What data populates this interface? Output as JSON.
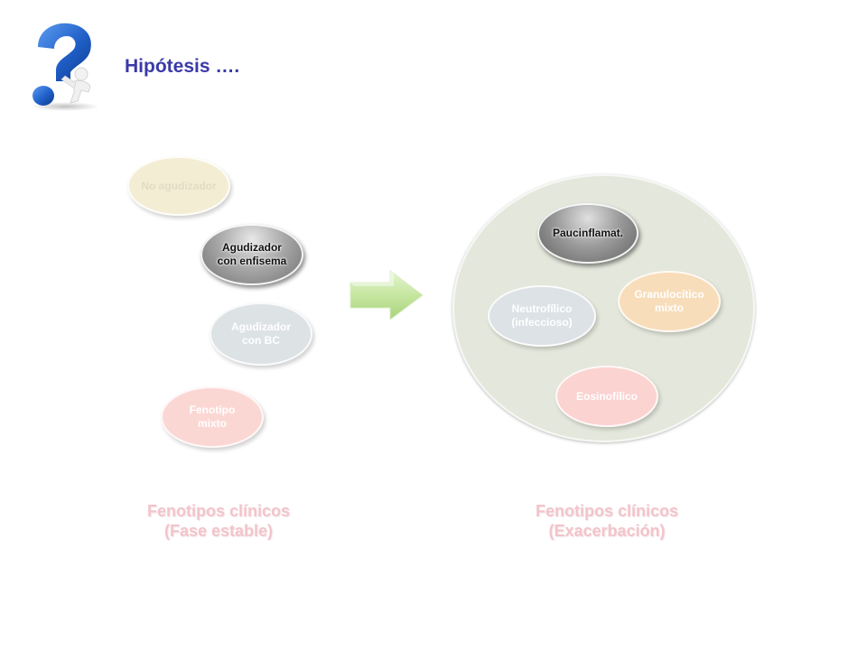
{
  "title": "Hipótesis ….",
  "left_group": {
    "ellipses": [
      {
        "label": "No agudizador"
      },
      {
        "label": "Agudizador\ncon enfisema"
      },
      {
        "label": "Agudizador\ncon BC"
      },
      {
        "label": "Fenotipo\nmixto"
      }
    ],
    "caption_line1": "Fenotipos clínicos",
    "caption_line2": "(Fase estable)"
  },
  "right_group": {
    "ellipses": [
      {
        "label": "Paucinflamat."
      },
      {
        "label": "Granulocítico\nmixto"
      },
      {
        "label": "Neutrofílico\n(infeccioso)"
      },
      {
        "label": "Eosinofílico"
      }
    ],
    "caption_line1": "Fenotipos clínicos",
    "caption_line2": "(Exacerbación)"
  },
  "colors": {
    "title": "#3a3aa8",
    "logo_blue": "#1f5fc8",
    "arrow_green": "#c5e6a0",
    "caption": "#f3c4ca",
    "circle_fill": "#e4e8dc"
  },
  "icons": {
    "logo": "question-mark-person-icon",
    "arrow": "right-arrow-icon"
  }
}
